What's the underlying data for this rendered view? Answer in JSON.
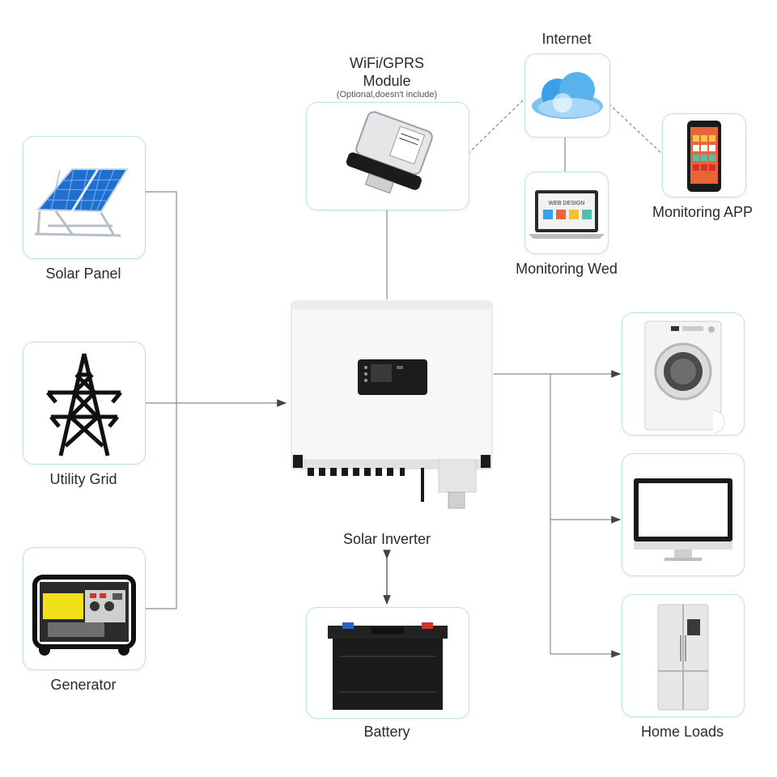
{
  "components": {
    "solar_panel": "Solar Panel",
    "utility_grid": "Utility Grid",
    "generator": "Generator",
    "wifi_module_line1": "WiFi/GPRS",
    "wifi_module_line2": "Module",
    "wifi_module_note": "(Optional,doesn't include)",
    "internet": "Internet",
    "monitoring_app": "Monitoring APP",
    "monitoring_web": "Monitoring Wed",
    "solar_inverter": "Solar Inverter",
    "battery": "Battery",
    "home_loads": "Home Loads"
  },
  "screen_text": {
    "web_design": "WEB DESIGN"
  },
  "colors": {
    "box_border": "#bfe3dd",
    "line": "#8a8a8a",
    "solar_blue": "#1f6fd1",
    "cloud_blue": "#3aa0e6",
    "generator_yellow": "#f2e01a",
    "battery_red": "#d9302b",
    "battery_blue": "#2563c9"
  }
}
